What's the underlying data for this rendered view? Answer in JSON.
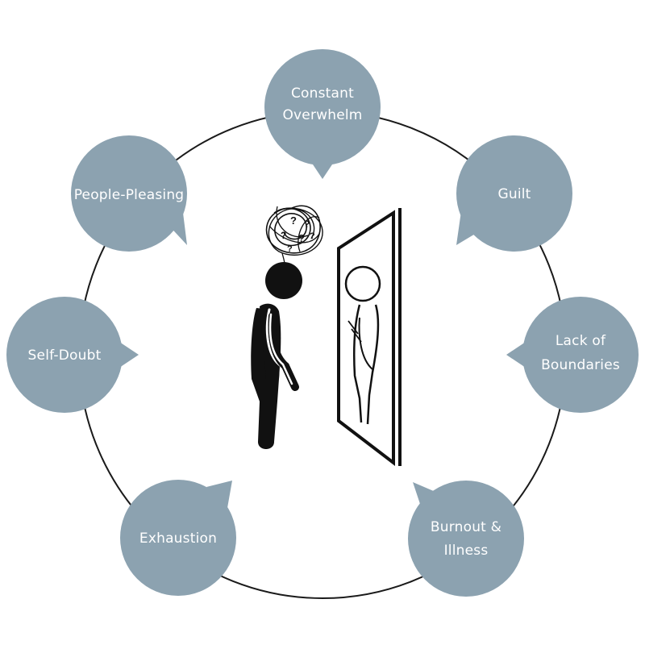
{
  "colors": {
    "bubble": "#8ca2b0",
    "ring": "#1a1a1a",
    "text": "#ffffff",
    "figure": "#111111"
  },
  "bubbles": [
    {
      "id": "constant-overwhelm",
      "lines": [
        "Constant",
        "Overwhelm"
      ]
    },
    {
      "id": "guilt",
      "lines": [
        "Guilt"
      ]
    },
    {
      "id": "lack-of-boundaries",
      "lines": [
        "Lack of",
        "Boundaries"
      ]
    },
    {
      "id": "burnout-illness",
      "lines": [
        "Burnout &",
        "Illness"
      ]
    },
    {
      "id": "exhaustion",
      "lines": [
        "Exhaustion"
      ]
    },
    {
      "id": "self-doubt",
      "lines": [
        "Self-Doubt"
      ]
    },
    {
      "id": "people-pleasing",
      "lines": [
        "People-Pleasing"
      ]
    }
  ],
  "figure": {
    "person_icon": "person-looking-down-icon",
    "thought_icon": "tangled-thoughts-icon",
    "mirror_icon": "mirror-reflection-icon",
    "question_marks": [
      "?",
      "?",
      "?",
      "?",
      "?",
      "?"
    ]
  }
}
